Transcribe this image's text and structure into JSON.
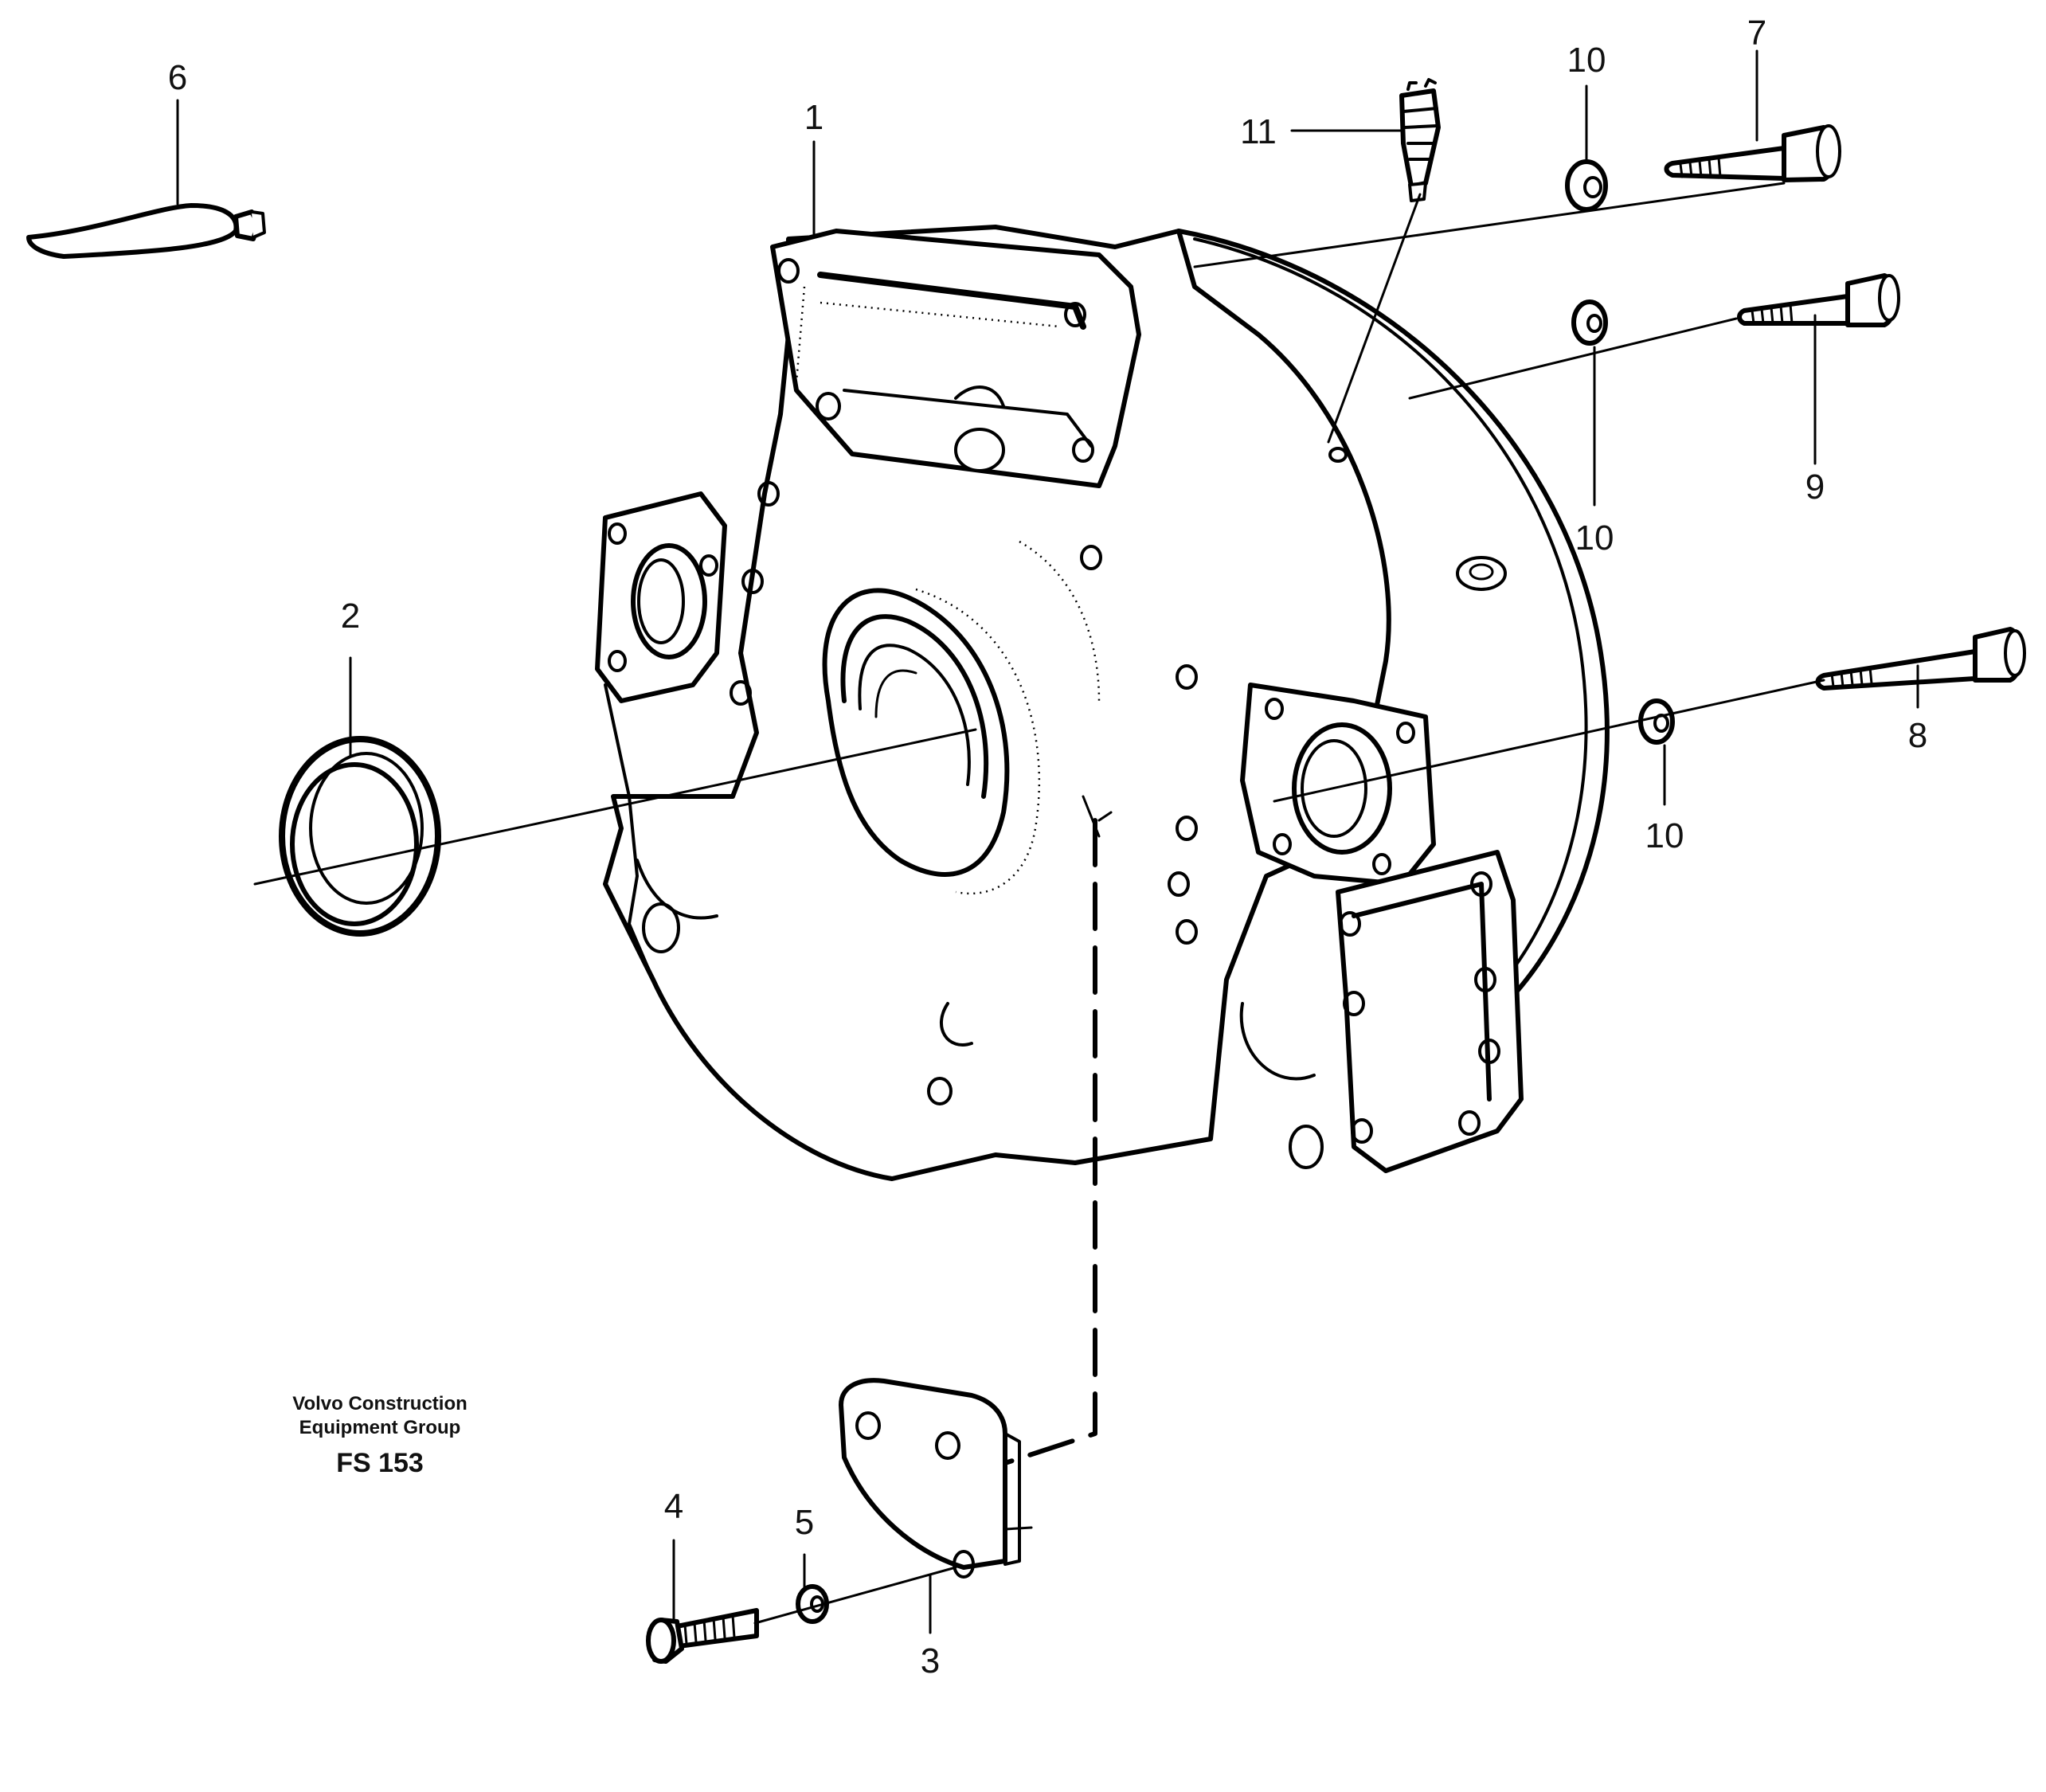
{
  "callouts": {
    "c1": "1",
    "c2": "2",
    "c3": "3",
    "c4": "4",
    "c5": "5",
    "c6": "6",
    "c7": "7",
    "c8": "8",
    "c9": "9",
    "c10a": "10",
    "c10b": "10",
    "c10c": "10",
    "c11": "11"
  },
  "caption": {
    "line1": "Volvo Construction",
    "line2": "Equipment Group",
    "code": "FS 153"
  }
}
